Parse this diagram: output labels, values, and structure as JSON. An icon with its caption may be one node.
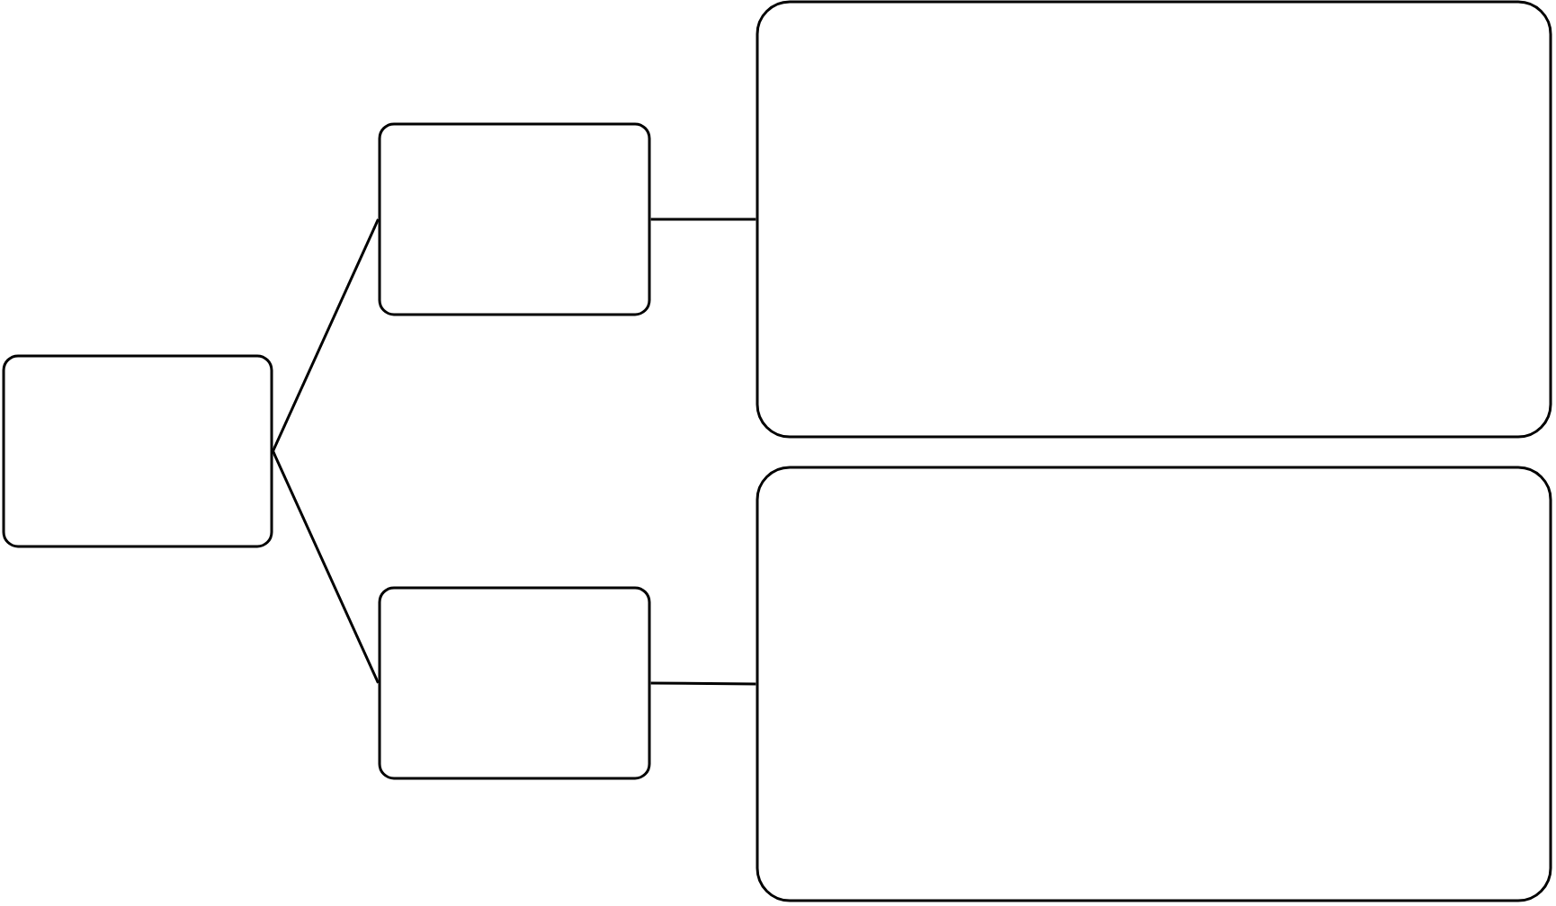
{
  "diagram": {
    "nodes": [
      {
        "text": [],
        "shape": "box"
      },
      {
        "text": [],
        "shape": "box"
      },
      {
        "text": [],
        "shape": "box"
      },
      {
        "text": [],
        "shape": "box"
      },
      {
        "text": [],
        "shape": "box"
      }
    ],
    "edges": [
      {
        "from": 0,
        "to": 1,
        "arrow": "none"
      },
      {
        "from": 0,
        "to": 2,
        "arrow": "none"
      },
      {
        "from": 1,
        "to": 3,
        "arrow": "none"
      },
      {
        "from": 2,
        "to": 4,
        "arrow": "none"
      }
    ]
  }
}
